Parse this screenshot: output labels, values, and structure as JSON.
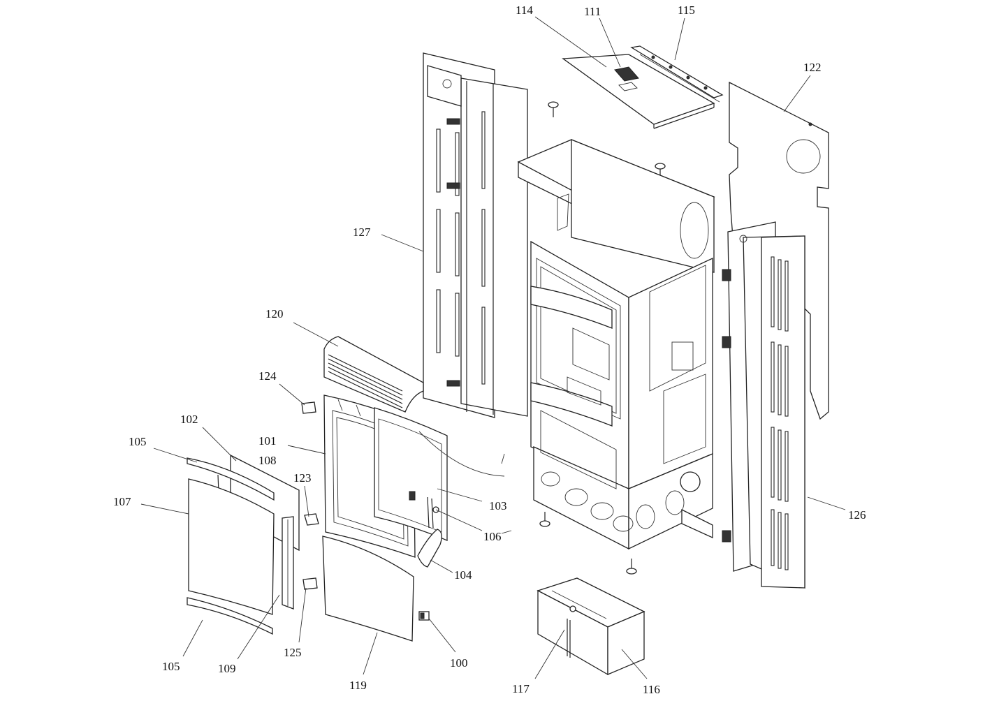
{
  "labels": {
    "l100": "100",
    "l101": "101",
    "l102": "102",
    "l103": "103",
    "l104": "104",
    "l105a": "105",
    "l105b": "105",
    "l106": "106",
    "l107": "107",
    "l108": "108",
    "l109": "109",
    "l111": "111",
    "l114": "114",
    "l115": "115",
    "l116": "116",
    "l117": "117",
    "l119": "119",
    "l120": "120",
    "l122": "122",
    "l123": "123",
    "l124": "124",
    "l125": "125",
    "l126": "126",
    "l127": "127"
  }
}
